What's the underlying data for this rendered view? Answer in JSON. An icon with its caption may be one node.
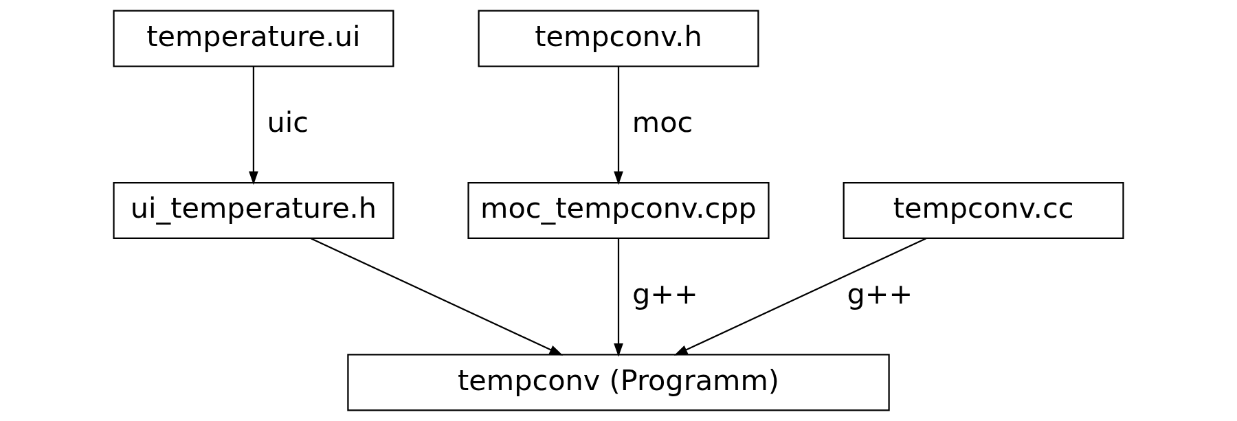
{
  "diagram": {
    "nodes": [
      {
        "text": [
          "temperature.ui"
        ]
      },
      {
        "text": [
          "tempconv.h"
        ]
      },
      {
        "text": [
          "ui_temperature.h"
        ]
      },
      {
        "text": [
          "moc_tempconv.cpp"
        ]
      },
      {
        "text": [
          "tempconv.cc"
        ]
      },
      {
        "text": [
          "tempconv (Programm)"
        ]
      }
    ],
    "edges": [
      {
        "from": 0,
        "to": 2,
        "arrow": "to",
        "label": "uic"
      },
      {
        "from": 1,
        "to": 3,
        "arrow": "to",
        "label": "moc"
      },
      {
        "from": 2,
        "to": 5,
        "arrow": "to"
      },
      {
        "from": 3,
        "to": 5,
        "arrow": "to",
        "label": "g++"
      },
      {
        "from": 4,
        "to": 5,
        "arrow": "to",
        "label": "g++"
      }
    ]
  }
}
